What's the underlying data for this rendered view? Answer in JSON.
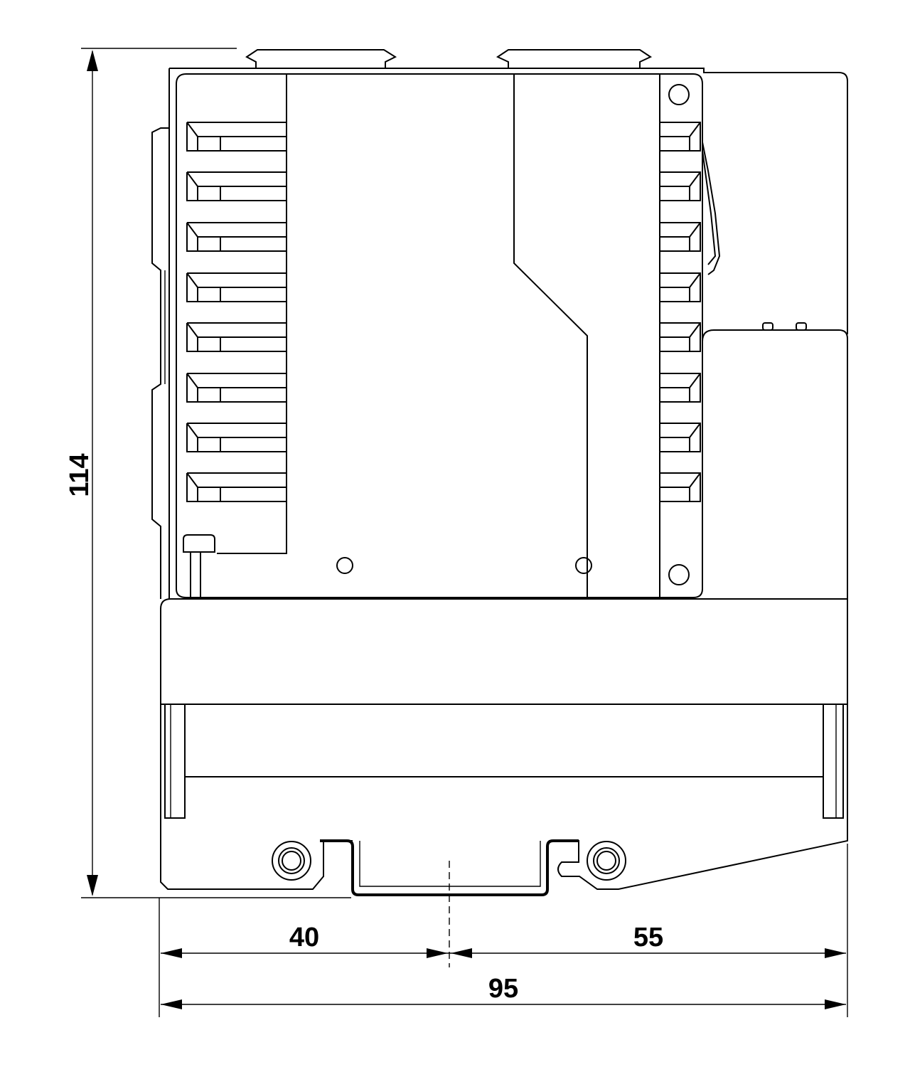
{
  "dimensions": {
    "height_label": "114",
    "width_left_label": "40",
    "width_right_label": "55",
    "width_total_label": "95"
  },
  "colors": {
    "line": "#000000",
    "background": "#ffffff"
  }
}
